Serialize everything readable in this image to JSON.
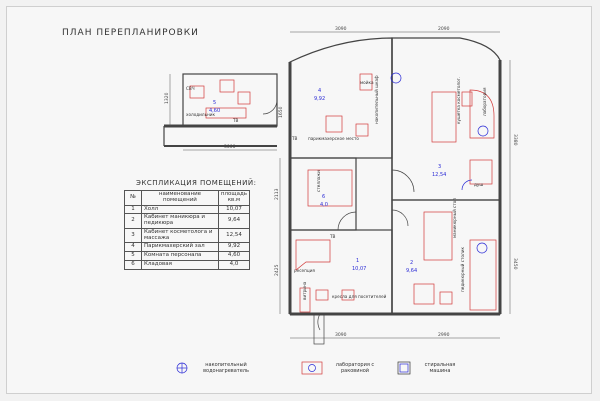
{
  "title": "ПЛАН ПЕРЕПЛАНИРОВКИ",
  "explication": {
    "title": "ЭКСПЛИКАЦИЯ ПОМЕЩЕНИЙ:",
    "headers": [
      "№",
      "наименование помещений",
      "площадь кв.м"
    ],
    "rows": [
      {
        "num": "1",
        "name": "Холл",
        "area": "10,07"
      },
      {
        "num": "2",
        "name": "Кабинет маникюра и педикюра",
        "area": "9,64"
      },
      {
        "num": "3",
        "name": "Кабинет косметолога и массажа",
        "area": "12,54"
      },
      {
        "num": "4",
        "name": "Парикмахерский зал",
        "area": "9,92"
      },
      {
        "num": "5",
        "name": "Комната персонала",
        "area": "4,60"
      },
      {
        "num": "6",
        "name": "Кладовая",
        "area": "4,0"
      }
    ]
  },
  "dimensions": {
    "top_left": "3090",
    "top_right": "2090",
    "bottom_left": "3090",
    "bottom_right": "2990",
    "balcony_bottom": "3000",
    "balcony_side": "1320",
    "left_mid": "2113",
    "left_low": "2425",
    "right_upper": "3380",
    "right_lower": "3450",
    "small_left": "1650"
  },
  "rooms": {
    "r1": {
      "num": "1",
      "area": "10,07"
    },
    "r2": {
      "num": "2",
      "area": "9,64"
    },
    "r3": {
      "num": "3",
      "area": "12,54"
    },
    "r4": {
      "num": "4",
      "area": "9,92"
    },
    "r5": {
      "num": "5",
      "area": "4,60"
    },
    "r6": {
      "num": "6",
      "area": "4,0"
    }
  },
  "labels": {
    "svch": "СВЧ",
    "kholodilnik": "холодильник",
    "tv": "ТВ",
    "moyka": "мойка",
    "parikmakherskoe": "парикмахерское место",
    "nakopitelnyy_shkaf": "накопительный шкаф",
    "kushetka": "кушетка косметолог.",
    "laboratoriya": "лаборатория",
    "dush": "душ",
    "stellazhi": "стеллажи",
    "retseptsiya": "ресепция",
    "kresla": "кресла для посетителей",
    "vitrina": "витрина",
    "manikyurnyy": "маникюрный стол",
    "pedikyurnyy": "педикюрный столик"
  },
  "legend": [
    {
      "label": "накопительный водонагреватель",
      "icon": "water-heater-icon"
    },
    {
      "label": "лаборатория с раковиной",
      "icon": "sink-lab-icon"
    },
    {
      "label": "стиральная машина",
      "icon": "washing-machine-icon"
    }
  ],
  "colors": {
    "wall": "#444444",
    "furniture": "#d23a3a",
    "marker": "#2b2bd6",
    "dimension": "#555555"
  }
}
